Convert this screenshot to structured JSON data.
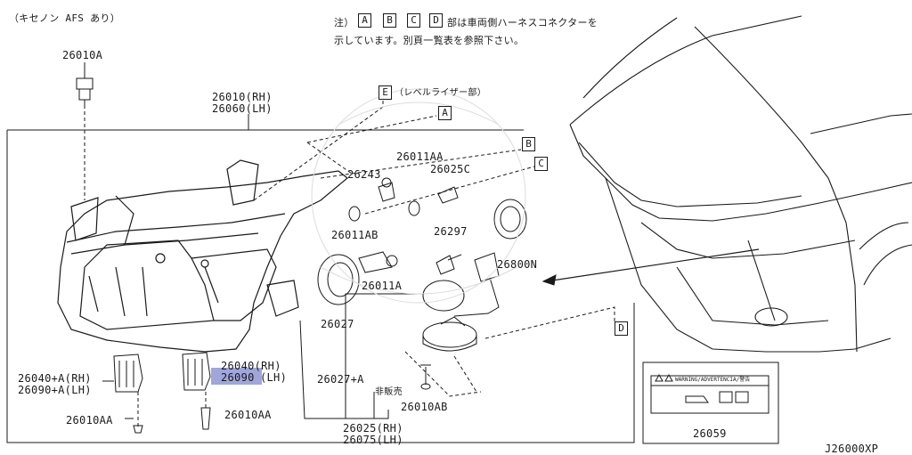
{
  "header": {
    "xenon_note": "（キセノン AFS あり）",
    "note_prefix": "注）",
    "note_boxes": [
      "A",
      "B",
      "C",
      "D"
    ],
    "note_line1": "部は車両側ハーネスコネクターを",
    "note_line2": "示しています。別頁一覧表を参照下さい。"
  },
  "callouts": {
    "A": "A",
    "B": "B",
    "C": "C",
    "D": "D",
    "E": "E",
    "E_desc": "（レベルライザー部）"
  },
  "parts": {
    "p26010A": "26010A",
    "p26010_rh": "26010(RH)",
    "p26060_lh": "26060(LH)",
    "p26011AA": "26011AA",
    "p26243": "26243",
    "p26025C": "26025C",
    "p26011AB": "26011AB",
    "p26297": "26297",
    "p26800N": "26800N",
    "p26011A": "26011A",
    "p26027": "26027",
    "p26027A": "26027+A",
    "not_sold": "非販売",
    "p26010AB": "26010AB",
    "p26040A": "26040+A(RH)",
    "p26090A": "26090+A(LH)",
    "p26040": "26040(RH)",
    "p26090": "26090",
    "p26090_suffix": "(LH)",
    "p26010AA_left": "26010AA",
    "p26010AA_right": "26010AA",
    "p26025": "26025(RH)",
    "p26075": "26075(LH)"
  },
  "warning_label": {
    "text": "WARNING/ADVERTENCIA/警告",
    "part_no": "26059"
  },
  "diagram_id": "J26000XP",
  "colors": {
    "line": "#1a1a1a",
    "highlight": "#8e96d6"
  }
}
